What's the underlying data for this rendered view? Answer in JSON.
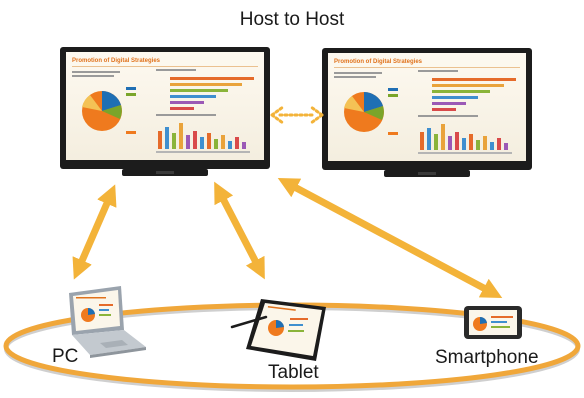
{
  "title": "Host to Host",
  "devices": {
    "pc": "PC",
    "tablet": "Tablet",
    "smartphone": "Smartphone"
  },
  "screen_content": {
    "heading": "Promotion of Digital Strategies"
  },
  "colors": {
    "arrow": "#f3b339",
    "dotted_arrow": "#f3b339",
    "ring": "#f0a73a",
    "ring_shadow": "#cfcfcf",
    "display_frame": "#1c1c1c",
    "screen_bg": "#fbf6ea",
    "screen_heading": "#e0721c"
  }
}
